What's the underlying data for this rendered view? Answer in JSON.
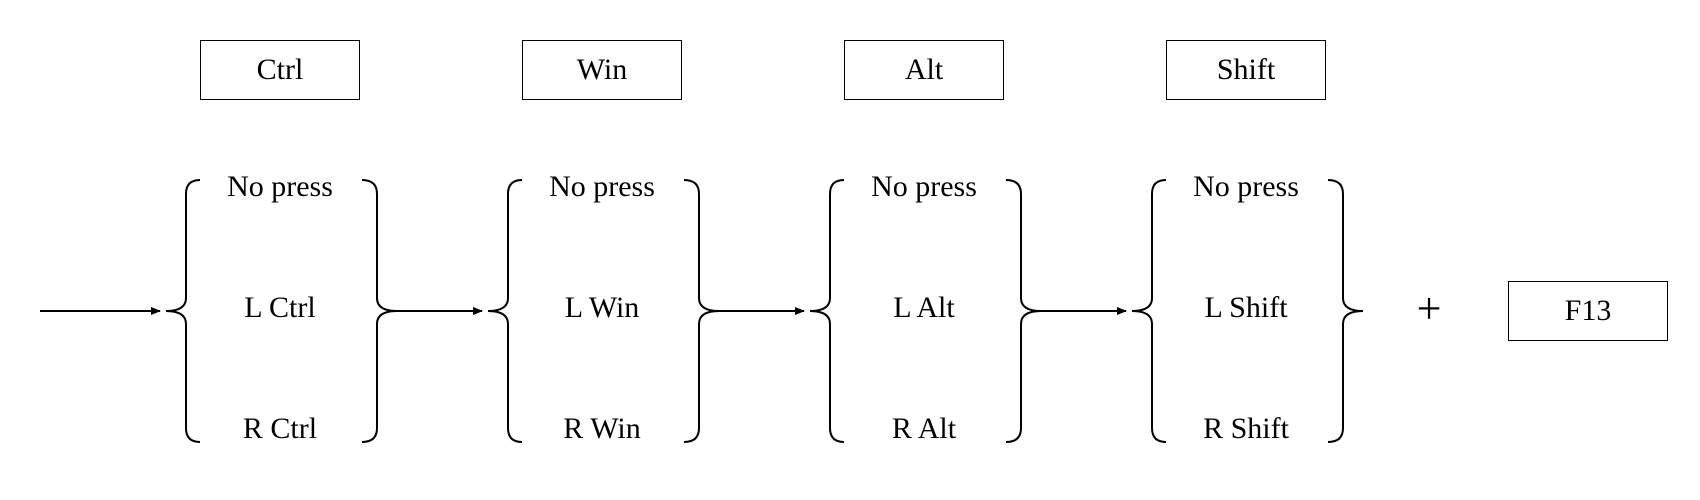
{
  "modifier_groups": [
    {
      "key": "Ctrl",
      "options": [
        "No press",
        "L Ctrl",
        "R Ctrl"
      ]
    },
    {
      "key": "Win",
      "options": [
        "No press",
        "L Win",
        "R Win"
      ]
    },
    {
      "key": "Alt",
      "options": [
        "No press",
        "L Alt",
        "R Alt"
      ]
    },
    {
      "key": "Shift",
      "options": [
        "No press",
        "L Shift",
        "R Shift"
      ]
    }
  ],
  "plus_symbol": "+",
  "final_key": "F13"
}
